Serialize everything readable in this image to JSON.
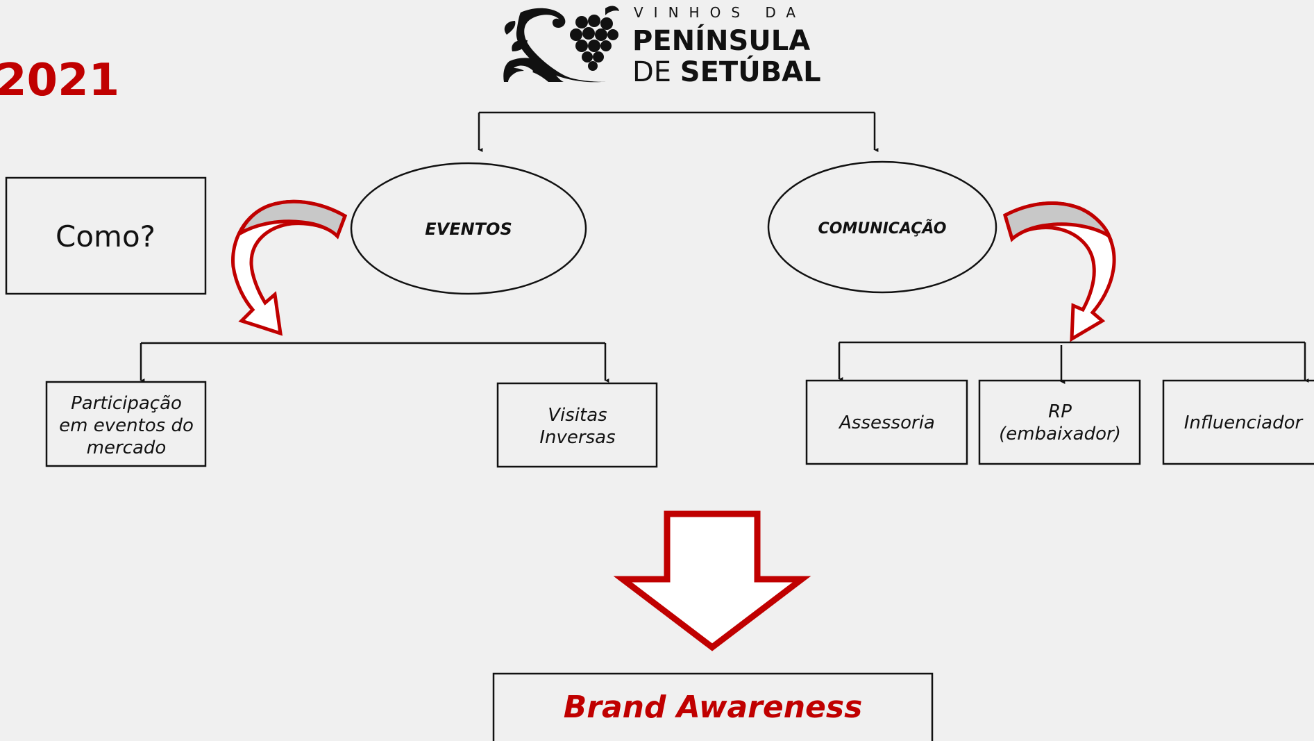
{
  "page": {
    "year": "2021",
    "question": "Como?"
  },
  "logo": {
    "line1": "VINHOS DA",
    "line2": "PENÍNSULA",
    "line3_a": "DE ",
    "line3_b": "SETÚBAL"
  },
  "branches": {
    "eventos": {
      "label": "EVENTOS",
      "children": [
        "Participação",
        "em eventos do",
        "mercado"
      ],
      "child2": [
        "Visitas",
        "Inversas"
      ]
    },
    "comunicacao": {
      "label": "COMUNICAÇÃO",
      "assessoria": "Assessoria",
      "rp": [
        "RP",
        "(embaixador)"
      ],
      "influenciador": "Influenciador"
    }
  },
  "outcome": {
    "label": "Brand Awareness"
  },
  "colors": {
    "accent": "#c00000",
    "background": "#f0f0f0",
    "line": "#111111",
    "arrow_fill_grey": "#c8c8c8",
    "arrow_fill_white": "#ffffff"
  }
}
